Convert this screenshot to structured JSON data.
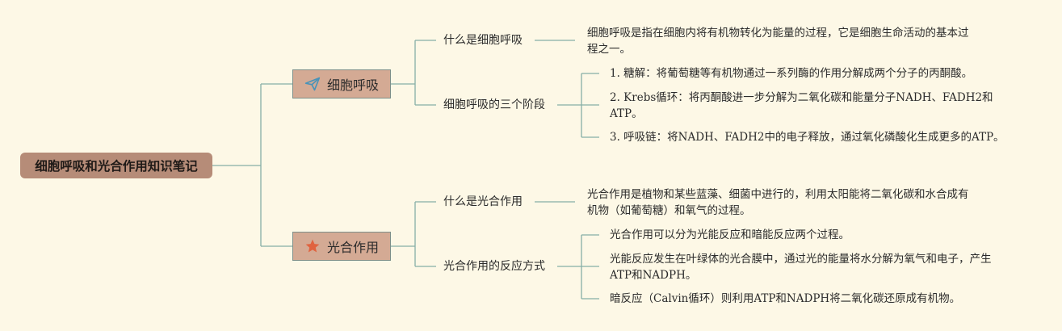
{
  "root": {
    "label": "细胞呼吸和光合作用知识笔记"
  },
  "branches": [
    {
      "label": "细胞呼吸",
      "icon": "paper-plane-icon",
      "icon_color": "#4a93b8",
      "children": [
        {
          "label": "什么是细胞呼吸",
          "lines": [
            "细胞呼吸是指在细胞内将有机物转化为能量的过程，它是细胞生命活动的基本过",
            "程之一。"
          ]
        },
        {
          "label": "细胞呼吸的三个阶段",
          "items": [
            {
              "lines": [
                "1. 糖解：将葡萄糖等有机物通过一系列酶的作用分解成两个分子的丙酮酸。"
              ]
            },
            {
              "lines": [
                "2. Krebs循环：将丙酮酸进一步分解为二氧化碳和能量分子NADH、FADH2和",
                "ATP。"
              ]
            },
            {
              "lines": [
                "3. 呼吸链：将NADH、FADH2中的电子释放，通过氧化磷酸化生成更多的ATP。"
              ]
            }
          ]
        }
      ]
    },
    {
      "label": "光合作用",
      "icon": "star-icon",
      "icon_color": "#e0633f",
      "children": [
        {
          "label": "什么是光合作用",
          "lines": [
            "光合作用是植物和某些蓝藻、细菌中进行的，利用太阳能将二氧化碳和水合成有",
            "机物（如葡萄糖）和氧气的过程。"
          ]
        },
        {
          "label": "光合作用的反应方式",
          "items": [
            {
              "lines": [
                "光合作用可以分为光能反应和暗能反应两个过程。"
              ]
            },
            {
              "lines": [
                "光能反应发生在叶绿体的光合膜中，通过光的能量将水分解为氧气和电子，产生",
                "ATP和NADPH。"
              ]
            },
            {
              "lines": [
                "暗反应（Calvin循环）则利用ATP和NADPH将二氧化碳还原成有机物。"
              ]
            }
          ]
        }
      ]
    }
  ],
  "colors": {
    "background": "#fdf8e6",
    "root_fill": "#b68c78",
    "branch_fill": "#d4aa94",
    "connector": "#86aea7"
  }
}
